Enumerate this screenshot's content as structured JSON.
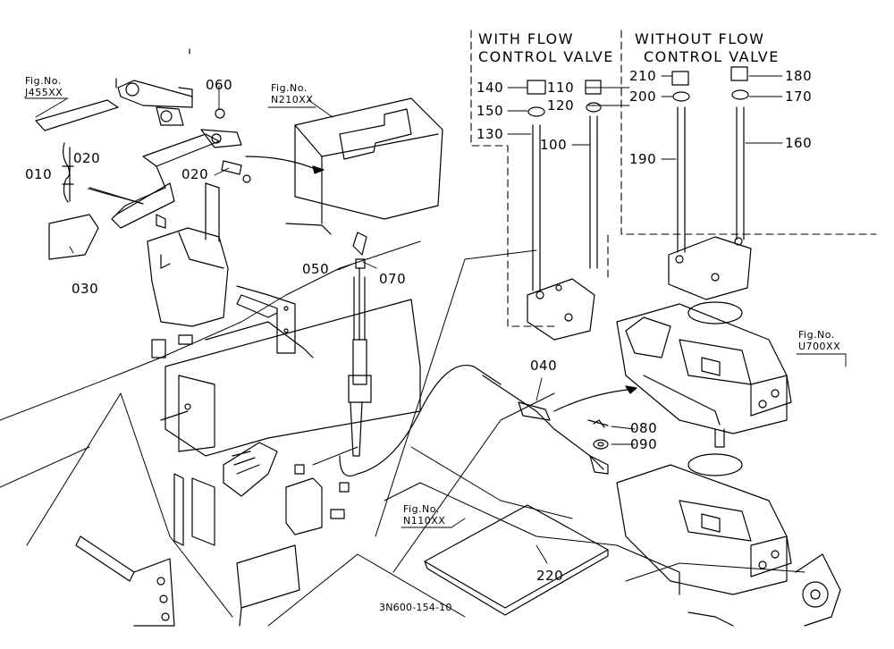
{
  "headings": {
    "with_flow_1": "WITH FLOW",
    "with_flow_2": "CONTROL VALVE",
    "without_flow_1": "WITHOUT FLOW",
    "without_flow_2": "CONTROL VALVE"
  },
  "figs": {
    "f1_pre": "Fig.No.",
    "f1_code": "J455XX",
    "f2_pre": "Fig.No.",
    "f2_code": "N210XX",
    "f3_pre": "Fig.No.",
    "f3_code": "U700XX",
    "f4_pre": "Fig.No.",
    "f4_code": "N110XX"
  },
  "parts": {
    "p060": "060",
    "p020a": "020",
    "p010": "010",
    "p020b": "020",
    "p030": "030",
    "p050": "050",
    "p070": "070",
    "p140": "140",
    "p150": "150",
    "p130": "130",
    "p110": "110",
    "p120": "120",
    "p100": "100",
    "p210": "210",
    "p200": "200",
    "p190": "190",
    "p180": "180",
    "p170": "170",
    "p160": "160",
    "p040": "040",
    "p080": "080",
    "p090": "090",
    "p220": "220"
  },
  "drawing_number": "3N600-154-10"
}
